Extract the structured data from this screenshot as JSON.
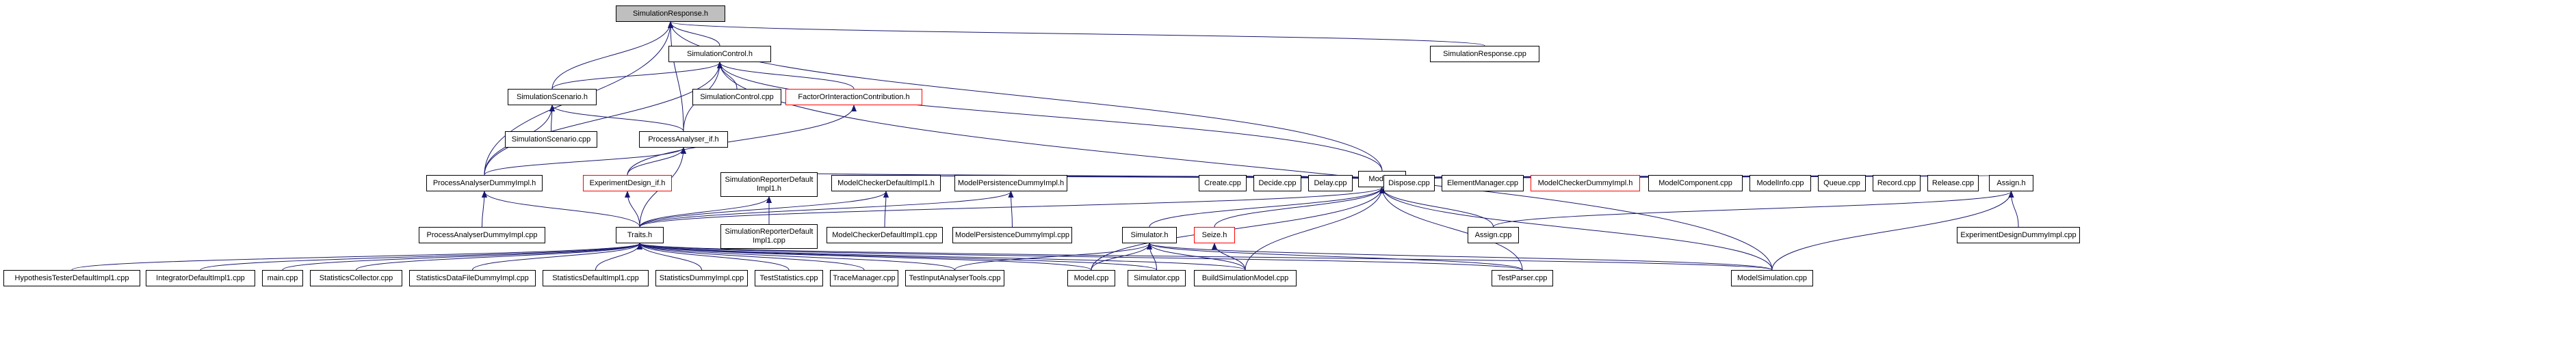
{
  "colors": {
    "edge": "#191970",
    "node_border": "#000000",
    "incomplete_border": "#ff0000",
    "root_fill": "#bfbfbf"
  },
  "nodes": {
    "root": "SimulationResponse.h",
    "simulation_response_cpp": "SimulationResponse.cpp",
    "simulation_control_h": "SimulationControl.h",
    "simulation_scenario_h": "SimulationScenario.h",
    "simulation_control_cpp": "SimulationControl.cpp",
    "factor_interaction": "FactorOrInteractionContribution.h",
    "simulation_scenario_cpp": "SimulationScenario.cpp",
    "process_analyser_if": "ProcessAnalyser_if.h",
    "experiment_design_if": "ExperimentDesign_if.h",
    "process_analyser_dummy_h": "ProcessAnalyserDummyImpl.h",
    "process_analyser_dummy_cpp": "ProcessAnalyserDummyImpl.cpp",
    "model_h": "Model.h",
    "sim_reporter_default_h": "SimulationReporterDefault Impl1.h",
    "sim_reporter_default_cpp": "SimulationReporterDefault Impl1.cpp",
    "model_checker_default_h": "ModelCheckerDefaultImpl1.h",
    "model_checker_default_cpp": "ModelCheckerDefaultImpl1.cpp",
    "model_persistence_dummy_h": "ModelPersistenceDummyImpl.h",
    "model_persistence_dummy_cpp": "ModelPersistenceDummyImpl.cpp",
    "create_cpp": "Create.cpp",
    "decide_cpp": "Decide.cpp",
    "delay_cpp": "Delay.cpp",
    "dispose_cpp": "Dispose.cpp",
    "element_manager_cpp": "ElementManager.cpp",
    "model_checker_dummy_h": "ModelCheckerDummyImpl.h",
    "model_component_cpp": "ModelComponent.cpp",
    "model_info_cpp": "ModelInfo.cpp",
    "queue_cpp": "Queue.cpp",
    "record_cpp": "Record.cpp",
    "release_cpp": "Release.cpp",
    "assign_h": "Assign.h",
    "assign_cpp": "Assign.cpp",
    "experiment_design_dummy_cpp": "ExperimentDesignDummyImpl.cpp",
    "traits_h": "Traits.h",
    "seize_h": "Seize.h",
    "simulator_h": "Simulator.h",
    "hypothesis_tester_cpp": "HypothesisTesterDefaultImpl1.cpp",
    "integrator_cpp": "IntegratorDefaultImpl1.cpp",
    "main_cpp": "main.cpp",
    "statistics_collector_cpp": "StatisticsCollector.cpp",
    "statistics_datafile_cpp": "StatisticsDataFileDummyImpl.cpp",
    "statistics_default_cpp": "StatisticsDefaultImpl1.cpp",
    "statistics_dummy_cpp": "StatisticsDummyImpl.cpp",
    "test_statistics_cpp": "TestStatistics.cpp",
    "trace_manager_cpp": "TraceManager.cpp",
    "test_input_analyser_cpp": "TestInputAnalyserTools.cpp",
    "model_cpp": "Model.cpp",
    "simulator_cpp": "Simulator.cpp",
    "build_simulation_model_cpp": "BuildSimulationModel.cpp",
    "test_parser_cpp": "TestParser.cpp",
    "model_simulation_cpp": "ModelSimulation.cpp"
  }
}
